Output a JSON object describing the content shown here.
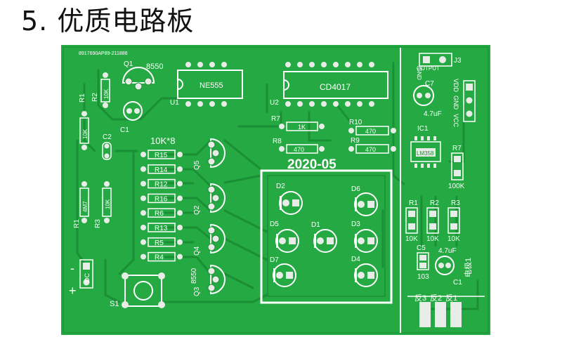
{
  "heading": "5. 优质电路板",
  "colors": {
    "board": "#25a942",
    "copper": "#1a8f35",
    "pad": "#e8ece6",
    "silk": "#ffffff"
  },
  "board": {
    "serial": "8917690AP89-211888",
    "date_code": "2020-05",
    "chips": {
      "ne555": "NE555",
      "cd4017": "CD4017",
      "lm358": "LM358",
      "u1": "U1",
      "u2": "U2",
      "ic1": "IC1"
    },
    "transistors": {
      "q1": "Q1",
      "q1_type": "8550",
      "q2": "Q2",
      "q3": "Q3",
      "q4": "Q4",
      "q5": "Q5",
      "q3_type": "8550"
    },
    "resistor_array_label": "10K*8",
    "array_resistors": [
      "R15",
      "R14",
      "R12",
      "R16",
      "R6",
      "R13",
      "R5",
      "R4"
    ],
    "resistors": {
      "r1_left": "R1",
      "r1_left_value": "10K",
      "r2": "R2",
      "r2_value": "10K",
      "r1_low": "R1",
      "r1_low_value": "4M7",
      "r3_left": "R3",
      "r3_left_value": "10K",
      "r7": "R7",
      "r7_value": "1K",
      "r8": "R8",
      "r8_value": "470",
      "r9": "R9",
      "r9_value": "470",
      "r10": "R10",
      "r10_value": "470",
      "r7_right": "R7",
      "r7_right_value": "100K",
      "r1_right": "R1",
      "r1_right_value": "10K",
      "r2_right": "R2",
      "r2_right_value": "10K",
      "r3_right": "R3",
      "r3_right_value": "10K"
    },
    "capacitors": {
      "c1_left": "C1",
      "c2": "C2",
      "c7": "C7",
      "c7_value": "4.7uF",
      "c5": "C5",
      "c5_value": "103",
      "c1_right": "C1",
      "c1_right_value": "4.7uF"
    },
    "leds": [
      "D1",
      "D2",
      "D3",
      "D4",
      "D5",
      "D6",
      "D7"
    ],
    "switch": "S1",
    "power": {
      "minus": "-",
      "plus": "+",
      "dc": "DC"
    },
    "connector": {
      "j3": "J3",
      "gnd": "GND",
      "output": "OUTPUT",
      "vdd": "VDD",
      "gnd2": "GND",
      "vcc": "VCC"
    },
    "electrode_label": "电极1",
    "pads_bottom": [
      "反3",
      "反2",
      "反1"
    ]
  }
}
